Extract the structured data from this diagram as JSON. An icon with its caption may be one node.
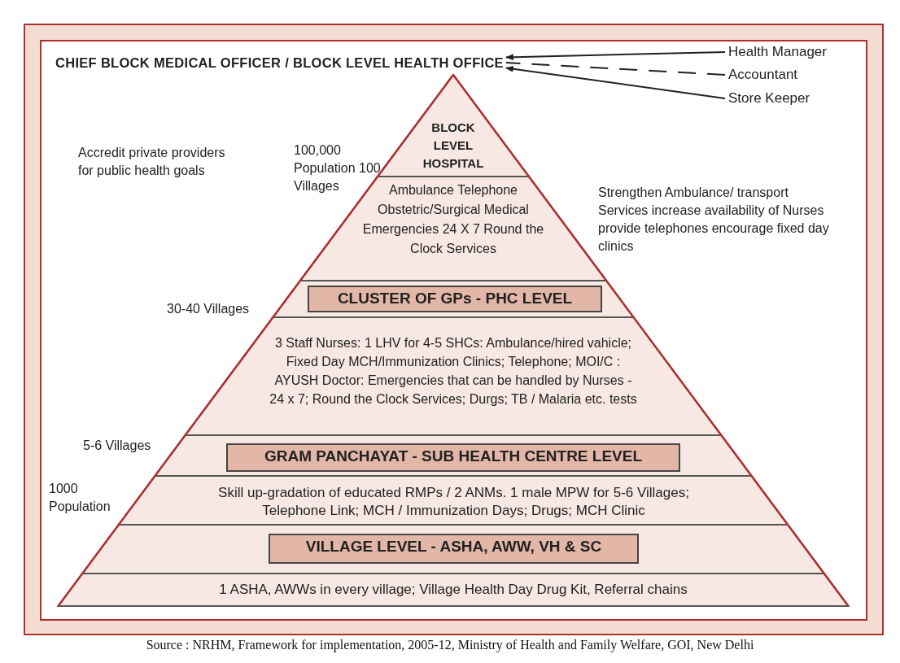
{
  "diagram": {
    "caption": "Source : NRHM, Framework for implementation, 2005-12, Ministry of Health and Family Welfare, GOI, New Delhi",
    "nodes": [
      {
        "text": [
          "CHIEF BLOCK MEDICAL OFFICER / BLOCK LEVEL HEALTH OFFICE"
        ]
      },
      {
        "text": [
          "Health Manager"
        ]
      },
      {
        "text": [
          "Accountant"
        ]
      },
      {
        "text": [
          "Store Keeper"
        ]
      },
      {
        "text": [
          "BLOCK LEVEL HOSPITAL"
        ]
      },
      {
        "text": [
          "Ambulance Telephone Obstetric/Surgical Medical Emergencies 24 X 7 Round the Clock Services"
        ]
      },
      {
        "text": [
          "CLUSTER OF GPs - PHC LEVEL"
        ]
      },
      {
        "text": [
          "3 Staff Nurses: 1 LHV for 4-5 SHCs: Ambulance/hired vahicle; Fixed Day MCH/Immunization Clinics; Telephone; MOI/C : AYUSH Doctor: Emergencies that can be handled by Nurses - 24 x 7; Round the Clock Services; Durgs; TB / Malaria etc. tests"
        ]
      },
      {
        "text": [
          "GRAM PANCHAYAT - SUB HEALTH CENTRE LEVEL"
        ]
      },
      {
        "text": [
          "Skill up-gradation of educated RMPs / 2 ANMs. 1 male MPW for 5-6 Villages; Telephone Link; MCH / Immunization Days; Drugs; MCH Clinic"
        ]
      },
      {
        "text": [
          "VILLAGE LEVEL - ASHA, AWW, VH & SC"
        ]
      },
      {
        "text": [
          "1 ASHA, AWWs in every village; Village Health Day Drug Kit, Referral chains"
        ]
      }
    ],
    "edges": [
      {
        "from": 1,
        "to": 0,
        "arrow": "to"
      },
      {
        "from": 2,
        "to": 0,
        "arrow": "none",
        "style": "dashed"
      },
      {
        "from": 3,
        "to": 0,
        "arrow": "to"
      }
    ],
    "labels": [
      "Accredit private providers for public health goals",
      "100,000 Population 100 Villages",
      "Strengthen Ambulance/ transport Services increase availability of Nurses provide telephones encourage fixed day clinics",
      "30-40 Villages",
      "5-6 Villages",
      "1000 Population"
    ]
  }
}
